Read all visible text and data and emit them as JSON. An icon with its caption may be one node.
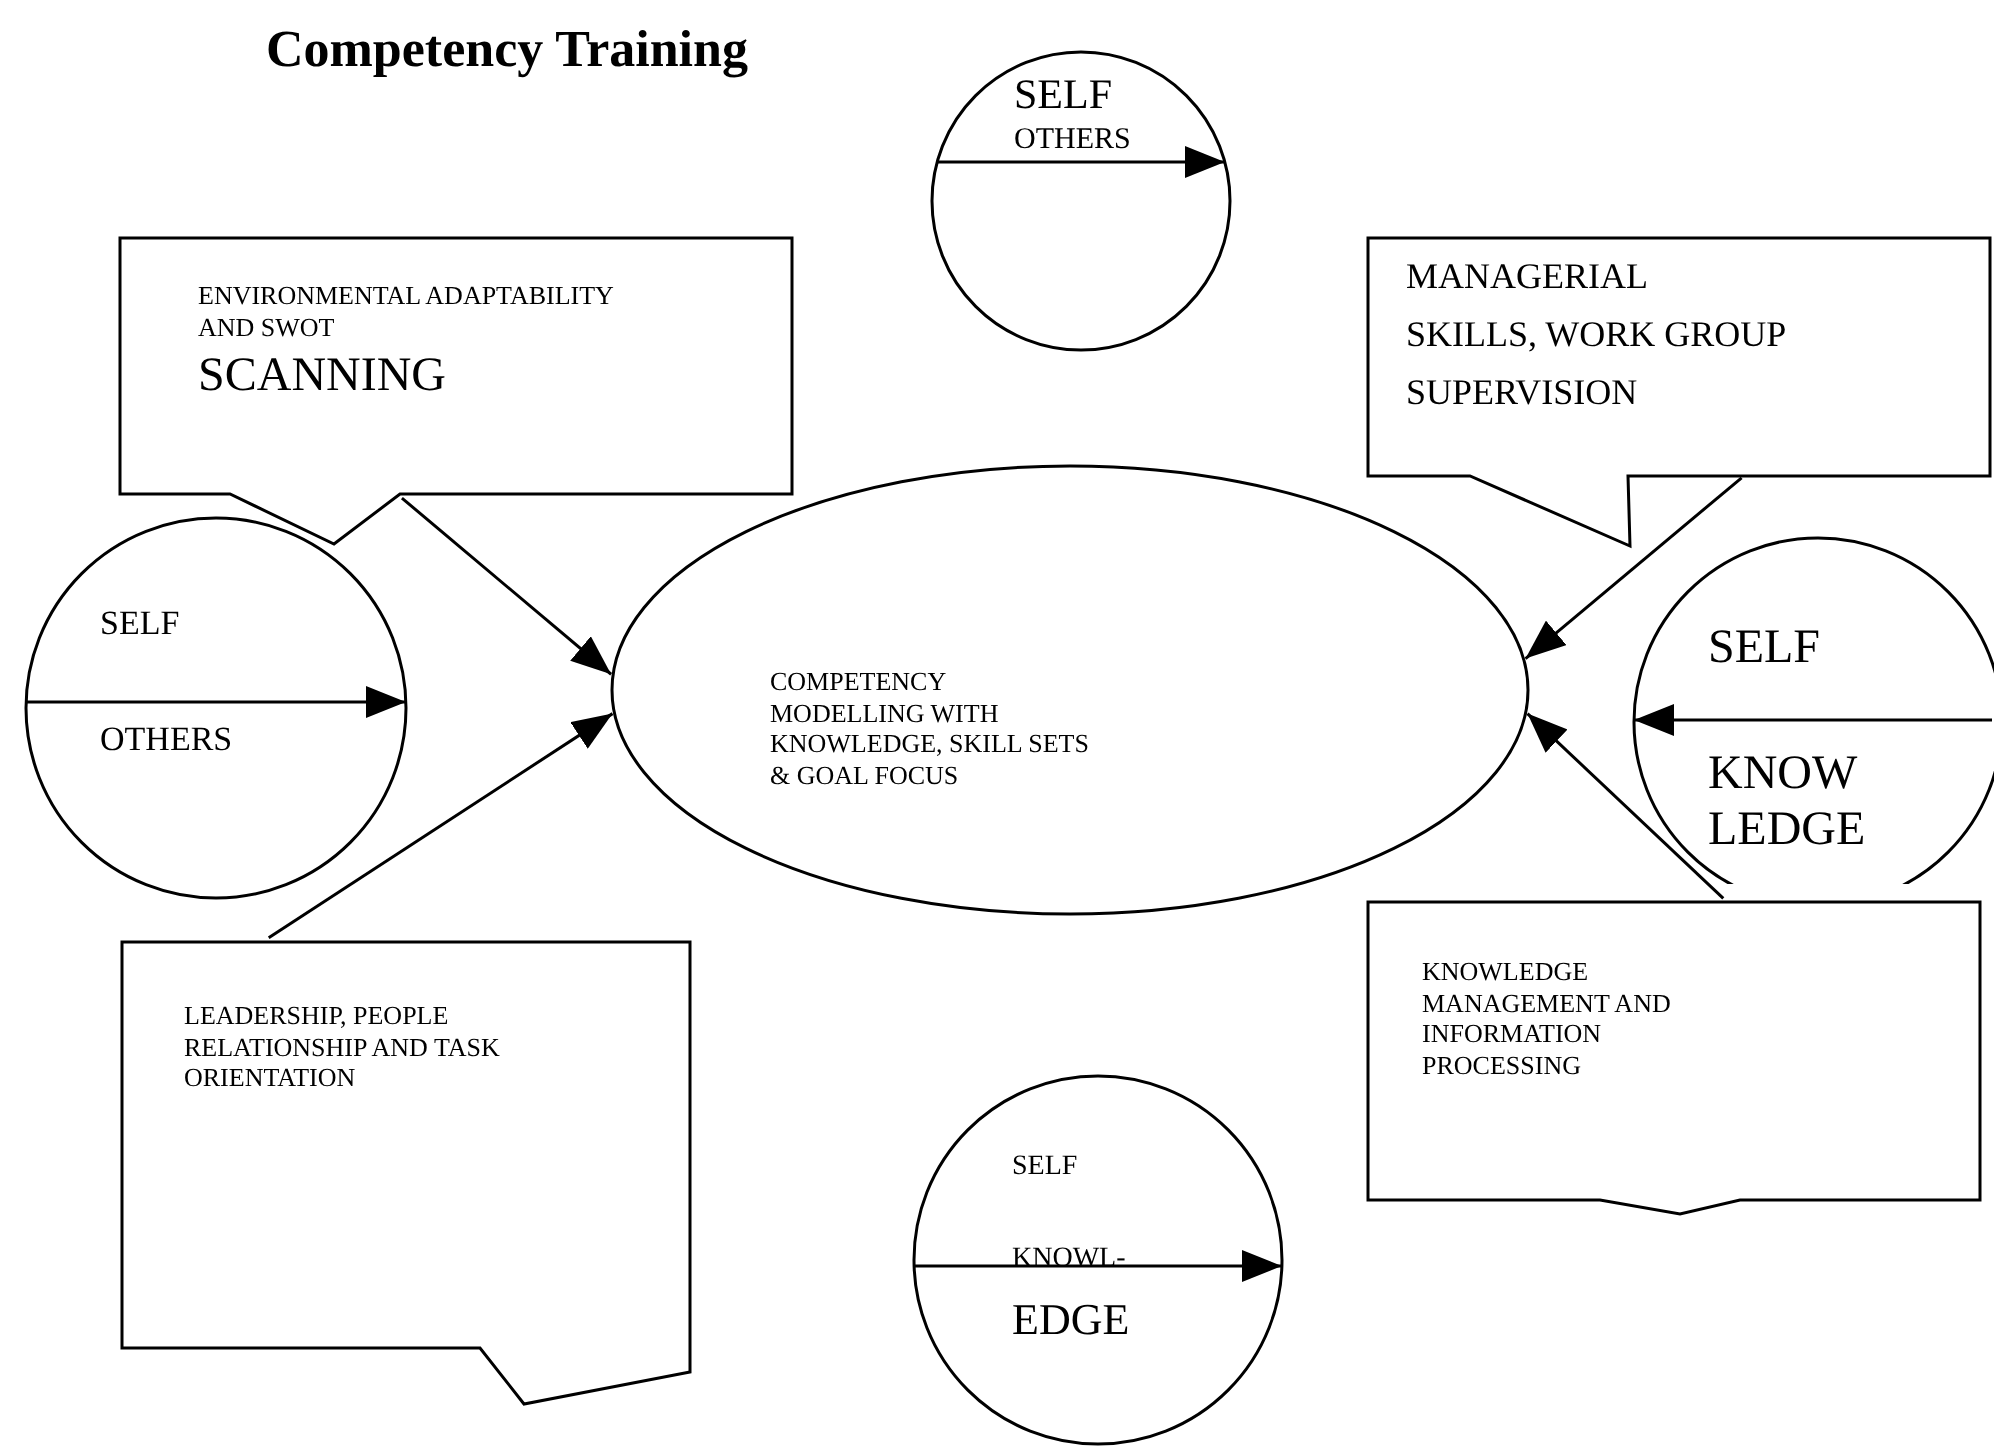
{
  "diagram": {
    "title": "Competency Training",
    "nodes": [
      {
        "text": [
          "COMPETENCY MODELLING WITH KNOWLEDGE, SKILL SETS & GOAL FOCUS"
        ]
      },
      {
        "text": [
          "ENVIRONMENTAL ADAPTABILITY AND SWOT",
          "SCANNING"
        ]
      },
      {
        "text": [
          "MANAGERIAL SKILLS, WORK GROUP SUPERVISION"
        ]
      },
      {
        "text": [
          "SELF",
          "OTHERS"
        ]
      },
      {
        "text": [
          "SELF",
          "OTHERS"
        ]
      },
      {
        "text": [
          "SELF",
          "KNOW LEDGE"
        ]
      },
      {
        "text": [
          "LEADERSHIP, PEOPLE RELATIONSHIP AND TASK ORIENTATION"
        ]
      },
      {
        "text": [
          "SELF",
          "KNOWL-",
          "EDGE"
        ]
      },
      {
        "text": [
          "KNOWLEDGE MANAGEMENT AND INFORMATION PROCESSING"
        ]
      }
    ],
    "edges": [
      {
        "from": 1,
        "to": 0,
        "arrow": "to"
      },
      {
        "from": 6,
        "to": 0,
        "arrow": "to"
      },
      {
        "from": 2,
        "to": 0,
        "arrow": "to"
      },
      {
        "from": 8,
        "to": 0,
        "arrow": "to"
      }
    ]
  }
}
